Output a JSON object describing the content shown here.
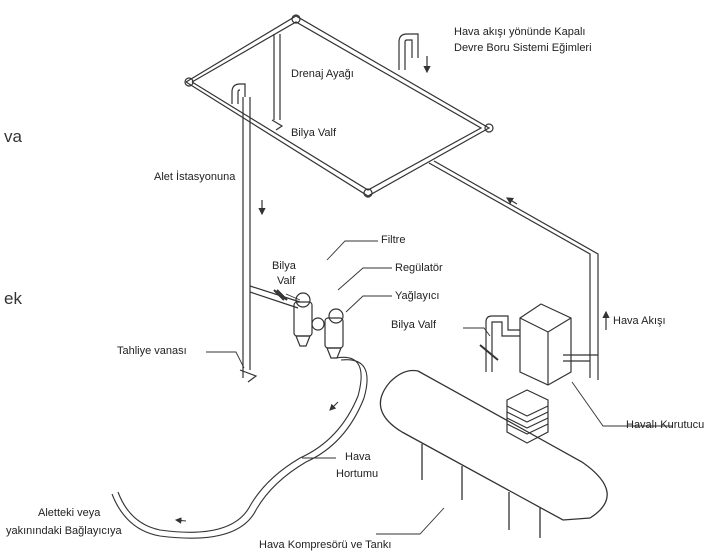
{
  "labels": {
    "flow_direction": [
      "Hava akışı yönünde Kapalı",
      "Devre Boru Sistemi Eğimleri"
    ],
    "drain_leg": "Drenaj Ayağı",
    "ball_valve_top": "Bilya Valf",
    "to_tool_station": "Alet İstasyonuna",
    "filter": "Filtre",
    "ball_valve_mid": [
      "Bilya",
      "Valf"
    ],
    "regulator": "Regülatör",
    "lubricator": "Yağlayıcı",
    "ball_valve_right": "Bilya Valf",
    "air_flow": "Hava Akışı",
    "drain_valve": "Tahliye vanası",
    "air_dryer": "Havalı Kurutucu",
    "air_hose": [
      "Hava",
      "Hortumu"
    ],
    "connector": [
      "Aletteki veya",
      "yakınındaki Bağlayıcıya"
    ],
    "compressor_tank": "Hava Kompresörü ve Tankı"
  },
  "side_fragments": [
    "va",
    "ek"
  ]
}
